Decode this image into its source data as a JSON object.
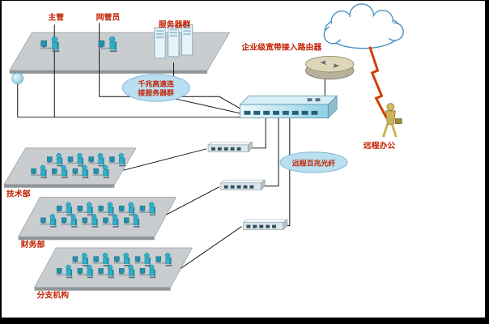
{
  "labels": {
    "supervisor": "主管",
    "net_admin": "网管员",
    "server_farm": "服务器群",
    "access_router": "企业级宽带接入路由器",
    "remote_office": "远程办公",
    "tech_dept": "技术部",
    "finance_dept": "财务部",
    "branch_org": "分支机构",
    "gigabit_link_line1": "千兆高速连",
    "gigabit_link_line2": "接服务器群",
    "fiber_link": "远程百兆光纤"
  },
  "colors": {
    "label_red": "#c22000",
    "person_cyan": "#2fb0cb",
    "platform_gray": "#c9cdd0",
    "callout_blue": "#badff0",
    "line_black": "#111111",
    "lightning_red": "#d43c00",
    "switch_blue": "#8fd0e8"
  },
  "icons": {
    "workstation": "person at desk with monitor",
    "server_rack": "three server towers",
    "main_switch": "core network switch",
    "small_switch": "access switch",
    "cloud": "internet cloud",
    "router": "broadband access router",
    "lightning": "lightning link",
    "remote_worker": "walking person with briefcase",
    "node_dot": "blue network node"
  }
}
